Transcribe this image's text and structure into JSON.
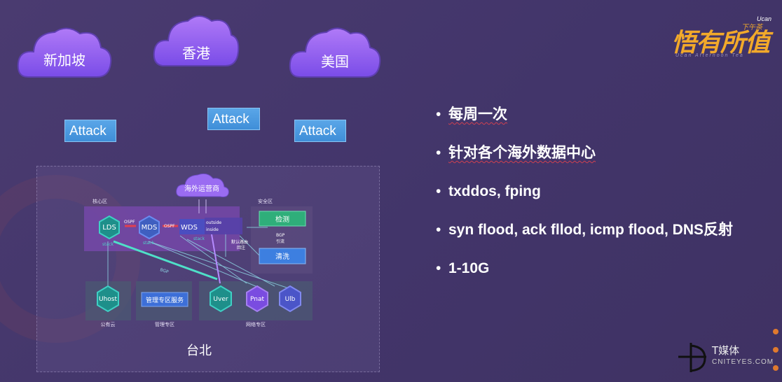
{
  "clouds": [
    {
      "label": "新加坡"
    },
    {
      "label": "香港"
    },
    {
      "label": "美国"
    }
  ],
  "attacks": [
    "Attack",
    "Attack",
    "Attack"
  ],
  "datacenter": {
    "title": "台北",
    "isp_cloud": "海外运营商",
    "core_zone": "核心区",
    "security_zone": "安全区",
    "lds": "LDS",
    "mds": "MDS",
    "wds": "WDS",
    "ospf_1": "OSPF",
    "ospf_2": "OSPF",
    "stack_1": "stack",
    "stack_2": "stack",
    "stack_3": "stack",
    "outside": "outside",
    "inside": "inside",
    "default_route_1": "默认路由",
    "default_route_2": "回注",
    "detect": "检测",
    "bgp_1": "BGP",
    "bgp_2": "引流",
    "clean": "清洗",
    "bgp_line": "BGP",
    "uhost": "Uhost",
    "mgmt_service": "管理专区服务",
    "uver": "Uver",
    "pnat": "Pnat",
    "ulb": "Ulb",
    "zone_public": "公有云",
    "zone_mgmt": "管理专区",
    "zone_network": "网络专区"
  },
  "bullets": [
    "每周一次",
    "针对各个海外数据中心",
    "txddos, fping",
    "syn flood, ack fllod, icmp flood, DNS反射",
    "1-10G"
  ],
  "brand": {
    "title": "悟有所值",
    "ucan": "Ucan",
    "sub": "下午茶",
    "tagline": "Ucan Afternoon Tea"
  },
  "media": {
    "name": "T媒体",
    "url": "CNITEYES.COM"
  },
  "colors": {
    "background": "#46386b",
    "cloud": "#8a5cf0",
    "attack_box": "#4a9ae0",
    "hex_teal": "#1fa69a",
    "accent_orange": "#e07a2e"
  }
}
